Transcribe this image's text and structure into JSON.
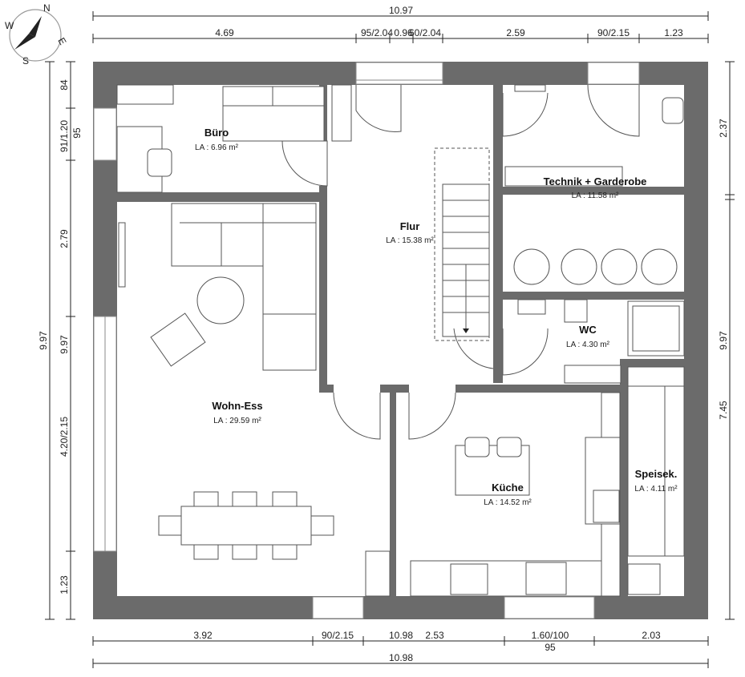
{
  "compass": {
    "north": "N",
    "east": "E",
    "south": "S",
    "west": "W"
  },
  "dimensions": {
    "top_total": "10.97",
    "top_segments": [
      "4.69",
      "95/2.04",
      "0.96",
      "60/2.04",
      "2.59",
      "90/2.15",
      "1.23"
    ],
    "left_total": "9.97",
    "left_segments": [
      "84",
      "91/1.20",
      "95",
      "2.79",
      "9.97",
      "4.20/2.15",
      "1.23"
    ],
    "right_segments": [
      "2.37",
      "9.97",
      "7.45"
    ],
    "bottom_segments": [
      "3.92",
      "90/2.15",
      "10.98",
      "2.53",
      "1.60/100",
      "95",
      "2.03"
    ],
    "bottom_total": "10.98"
  },
  "rooms": [
    {
      "name": "Büro",
      "area": "LA : 6.96 m²"
    },
    {
      "name": "Flur",
      "area": "LA : 15.38 m²"
    },
    {
      "name": "Technik + Garderobe",
      "area": "LA : 11.58 m²"
    },
    {
      "name": "WC",
      "area": "LA : 4.30 m²"
    },
    {
      "name": "Wohn-Ess",
      "area": "LA : 29.59 m²"
    },
    {
      "name": "Küche",
      "area": "LA : 14.52 m²"
    },
    {
      "name": "Speisek.",
      "area": "LA : 4.11 m²"
    }
  ],
  "colors": {
    "wall": "#6b6b6b",
    "line": "#555555",
    "background": "#ffffff"
  }
}
